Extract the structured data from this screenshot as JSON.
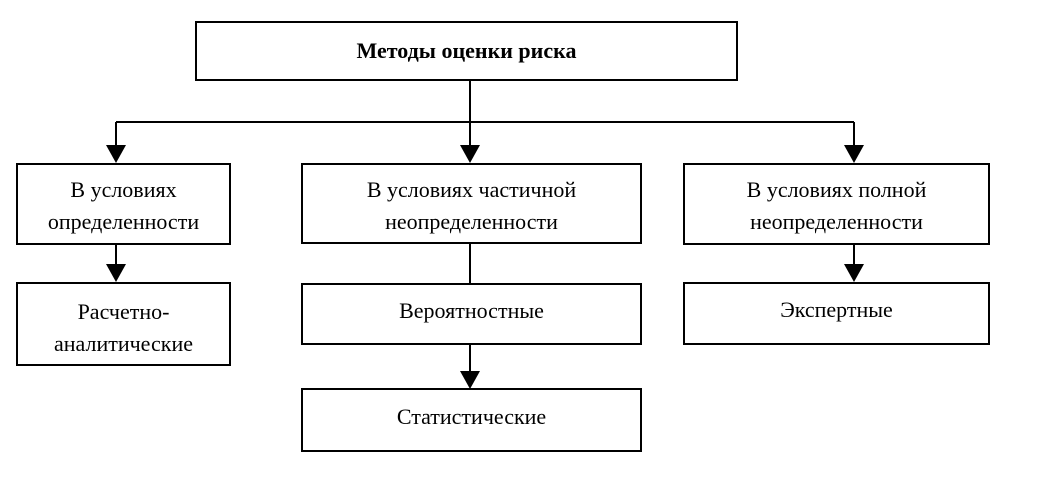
{
  "title": "Методы оценки риска",
  "categories": {
    "certainty": [
      "В условиях",
      "определенности"
    ],
    "partial": [
      "В условиях частичной",
      "неопределенности"
    ],
    "full": [
      "В условиях полной",
      "неопределенности"
    ]
  },
  "methods": {
    "analytical": [
      "Расчетно-",
      "аналитические"
    ],
    "probabilistic": "Вероятностные",
    "statistical": "Статистические",
    "expert": "Экспертные"
  }
}
